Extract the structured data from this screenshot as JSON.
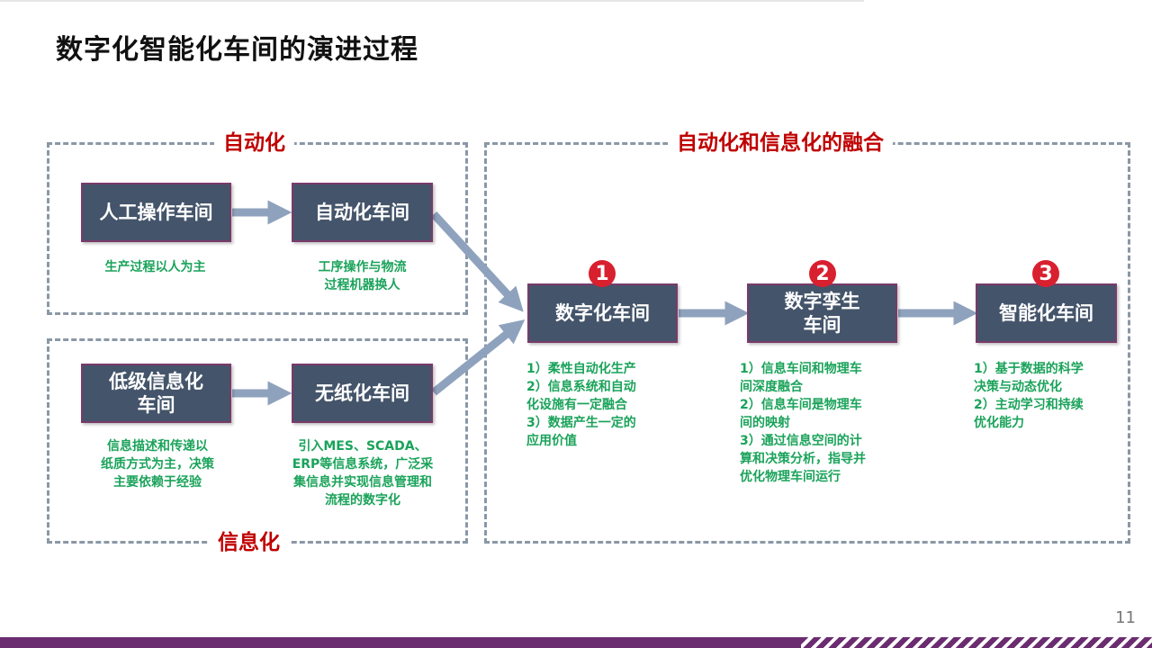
{
  "title": "数字化智能化车间的演进过程",
  "groups": {
    "automation_label": "自动化",
    "informatization_label": "信息化",
    "fusion_label": "自动化和信息化的融合"
  },
  "stages": {
    "manual": "人工操作车间",
    "auto": "自动化车间",
    "lowinfo": [
      "低级信息化",
      "车间"
    ],
    "paperless": "无纸化车间",
    "digital": "数字化车间",
    "twin": [
      "数字孪生",
      "车间"
    ],
    "smart": "智能化车间"
  },
  "badges": [
    "1",
    "2",
    "3"
  ],
  "notes": {
    "manual": [
      "生产过程以人为主"
    ],
    "auto": [
      "工序操作与物流",
      "过程机器换人"
    ],
    "lowinfo": [
      "信息描述和传递以",
      "纸质方式为主，决策",
      "主要依赖于经验"
    ],
    "paperless": [
      "引入MES、SCADA、",
      "ERP等信息系统，广泛采",
      "集信息并实现信息管理和",
      "流程的数字化"
    ],
    "digital": [
      "1）柔性自动化生产",
      "2）信息系统和自动",
      "化设施有一定融合",
      "3）数据产生一定的",
      "应用价值"
    ],
    "twin": [
      "1）信息车间和物理车",
      "间深度融合",
      "2）信息车间是物理车",
      "间的映射",
      "3）通过信息空间的计",
      "算和决策分析，指导并",
      "优化物理车间运行"
    ],
    "smart": [
      "1）基于数据的科学",
      "决策与动态优化",
      "2）主动学习和持续",
      "优化能力"
    ]
  },
  "page_number": "11",
  "colors": {
    "stage_fill": "#44546a",
    "arrow": "#8fa2bd",
    "group_label": "#c00000",
    "note_text": "#1aa35a",
    "badge": "#d8202f",
    "footer": "#6b2c70"
  }
}
